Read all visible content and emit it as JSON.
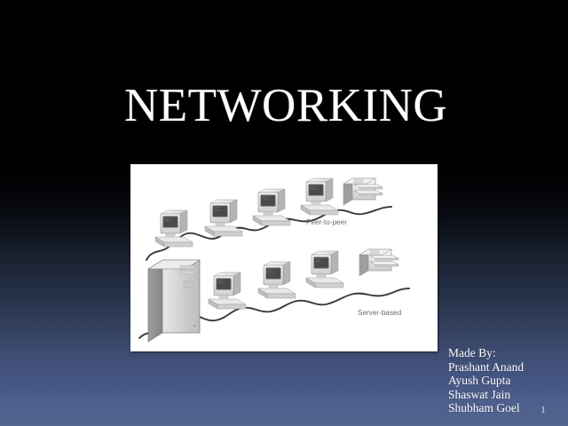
{
  "slide": {
    "title": "NETWORKING",
    "page_number": "1",
    "background": {
      "top_color": "#000000",
      "bottom_color": "#52668f"
    }
  },
  "picture": {
    "alt": "network-topology-diagram",
    "background": "#ffffff",
    "labels": {
      "peer_to_peer": "Peer-to-peer",
      "server_based": "Server-based"
    },
    "devices": {
      "peer_row": [
        "computer",
        "computer",
        "computer",
        "computer",
        "printer"
      ],
      "server_row": [
        "server-tower",
        "computer",
        "computer",
        "computer",
        "printer"
      ]
    }
  },
  "credits": {
    "heading": "Made By:",
    "names": [
      "Prashant Anand",
      "Ayush Gupta",
      "Shaswat Jain",
      "Shubham Goel"
    ]
  }
}
